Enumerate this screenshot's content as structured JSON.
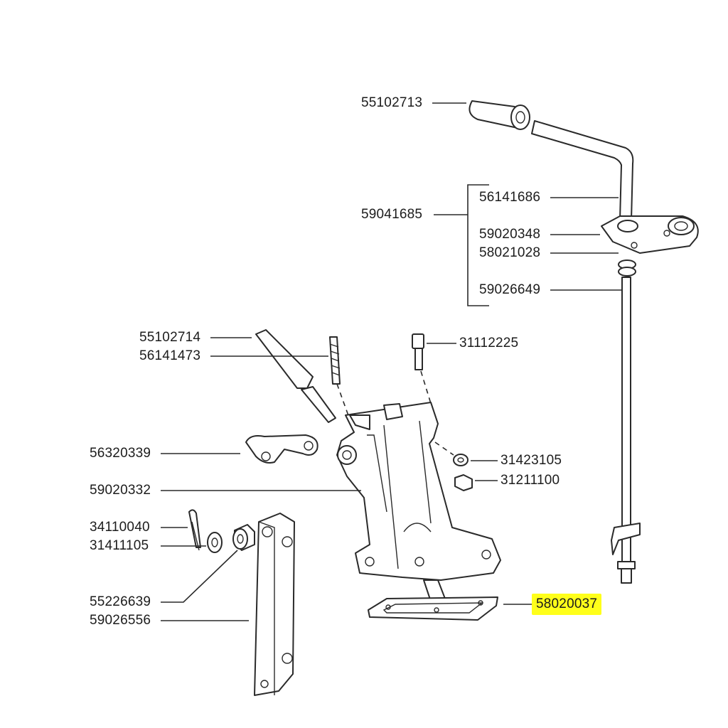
{
  "diagram": {
    "callouts": {
      "c55102713": "55102713",
      "c59041685": "59041685",
      "c56141686": "56141686",
      "c59020348": "59020348",
      "c58021028": "58021028",
      "c59026649": "59026649",
      "c55102714": "55102714",
      "c56141473": "56141473",
      "c31112225": "31112225",
      "c56320339": "56320339",
      "c31423105": "31423105",
      "c31211100": "31211100",
      "c59020332": "59020332",
      "c34110040": "34110040",
      "c31411105": "31411105",
      "c55226639": "55226639",
      "c59026556": "59026556",
      "c58020037": "58020037"
    },
    "highlight_color": "#ffff1a"
  }
}
